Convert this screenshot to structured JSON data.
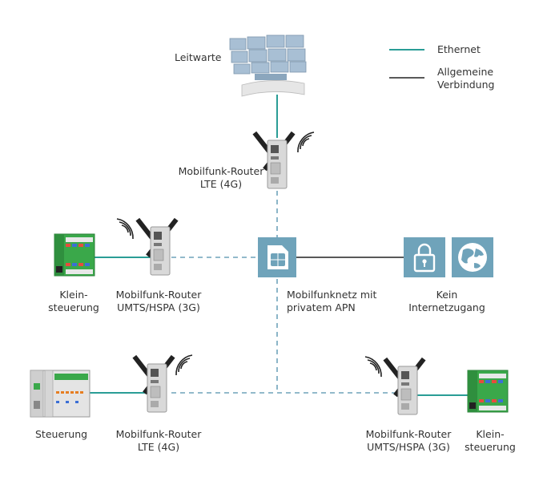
{
  "legend": {
    "ethernet": "Ethernet",
    "general_line1": "Allgemeine",
    "general_line2": "Verbindung",
    "ethernet_color": "#2a9d96",
    "general_color": "#222222"
  },
  "nodes": {
    "control_room": {
      "label": "Leitwarte"
    },
    "router_top": {
      "line1": "Mobilfunk-Router",
      "line2": "LTE (4G)"
    },
    "sim_network": {
      "line1": "Mobilfunknetz mit",
      "line2": "privatem APN"
    },
    "no_internet": {
      "line1": "Kein",
      "line2": "Internetzugang"
    },
    "small_ctrl_left": {
      "line1": "Klein-",
      "line2": "steuerung"
    },
    "router_left": {
      "line1": "Mobilfunk-Router",
      "line2": "UMTS/HSPA (3G)"
    },
    "controller_bottom": {
      "label": "Steuerung"
    },
    "router_bottom_left": {
      "line1": "Mobilfunk-Router",
      "line2": "LTE (4G)"
    },
    "router_bottom_right": {
      "line1": "Mobilfunk-Router",
      "line2": "UMTS/HSPA (3G)"
    },
    "small_ctrl_right": {
      "line1": "Klein-",
      "line2": "steuerung"
    }
  },
  "colors": {
    "icon_tile": "#6fa3ba",
    "dashed_link": "#6fa3ba",
    "router_body": "#d8d8d8",
    "plc_green": "#3aa84a"
  }
}
